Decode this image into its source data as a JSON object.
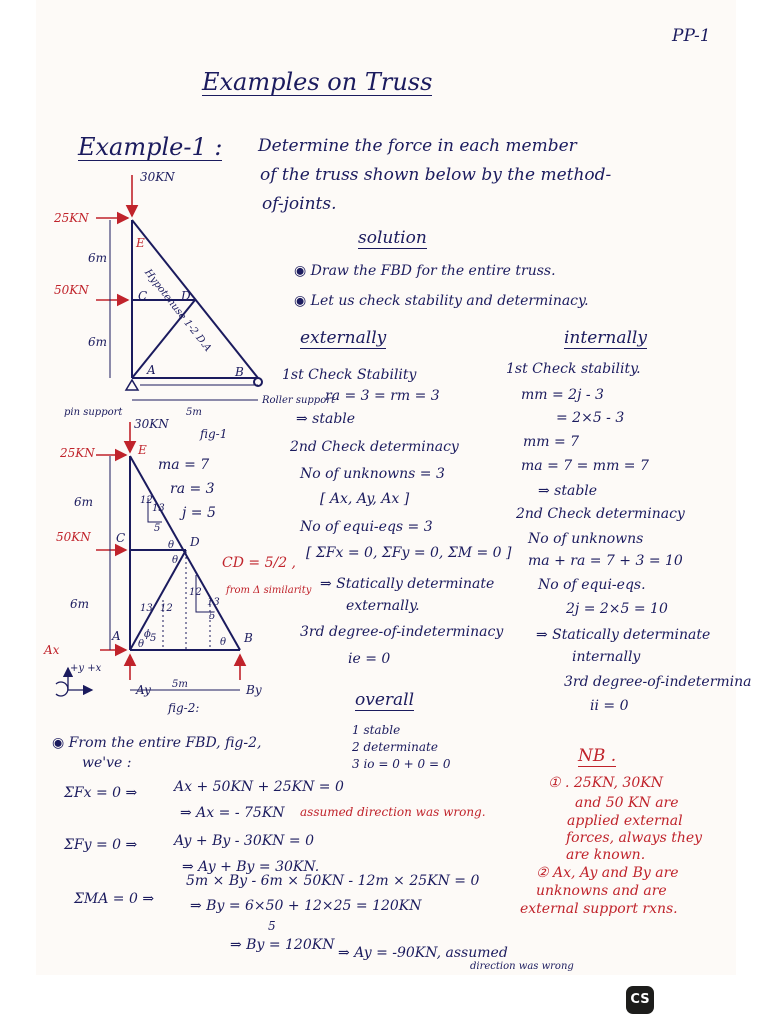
{
  "page_number": "PP-1",
  "heading": "Examples on Truss",
  "example": {
    "label": "Example-1 :",
    "problem_lines": [
      "Determine the force in each member",
      "of the truss shown below by the method-",
      "of-joints."
    ]
  },
  "figure1": {
    "load_top": "30KN",
    "load_e": "25KN",
    "load_c": "50KN",
    "dim_upper": "6m",
    "dim_lower": "6m",
    "dim_base": "5m",
    "node_e": "E",
    "node_c": "C",
    "node_d": "D",
    "node_a": "A",
    "node_b": "B",
    "inclined_note": "Hypotenuse 1-2 D.A",
    "pin_label": "pin support",
    "roller_label": "Roller support",
    "caption": "fig-1"
  },
  "figure2": {
    "load_top": "30KN",
    "load_e": "25KN",
    "load_c": "50KN",
    "dim_upper": "6m",
    "dim_lower": "6m",
    "dim_base": "5m",
    "node_e": "E",
    "node_c": "C",
    "node_d": "D",
    "node_a": "A",
    "node_b": "B",
    "reaction_ax": "Ax",
    "reaction_ay": "Ay",
    "reaction_by": "By",
    "counts": [
      "ma = 7",
      "ra = 3",
      "j = 5"
    ],
    "slope_labels": [
      "12",
      "13",
      "5",
      "12",
      "13",
      "5",
      "13",
      "12",
      "5",
      "θ",
      "θ",
      "θ",
      "θ",
      "ϕ"
    ],
    "cd_note": "CD = 5/2 ,",
    "similarity_note": "from Δ similarity",
    "axes": "+y  +x",
    "caption": "fig-2:"
  },
  "solution": {
    "title": "solution",
    "bullets": [
      "Draw the FBD for the entire truss.",
      "Let us check stability and determinacy."
    ]
  },
  "externally": {
    "title": "externally",
    "lines": [
      "1st Check Stability",
      "ra = 3 = rm = 3",
      "⇒ stable",
      "2nd Check determinacy",
      "No of unknowns = 3",
      "[ Ax, Ay, Ax ]",
      "No of equi-eqs = 3",
      "[ ΣFx = 0, ΣFy = 0, ΣM = 0 ]",
      "⇒ Statically determinate",
      "externally.",
      "3rd degree-of-indeterminacy",
      "ie = 0"
    ]
  },
  "internally": {
    "title": "internally",
    "lines": [
      "1st Check stability.",
      "mm = 2j - 3",
      "= 2×5 - 3",
      "mm = 7",
      "ma = 7 = mm = 7",
      "⇒ stable",
      "2nd Check determinacy",
      "No of unknowns",
      "ma + ra = 7 + 3 = 10",
      "No of equi-eqs.",
      "2j = 2×5 = 10",
      "⇒ Statically determinate",
      "internally",
      "3rd degree-of-indetermina",
      "ii = 0"
    ]
  },
  "overall": {
    "title": "overall",
    "items": [
      "1 stable",
      "2 determinate",
      "3 io = 0 + 0 = 0"
    ]
  },
  "equations": {
    "intro": [
      "From the entire FBD, fig-2,",
      "we've :"
    ],
    "fx_lhs": "ΣFx = 0 ⇒",
    "fx_1": "Ax + 50KN + 25KN = 0",
    "fx_2": "⇒ Ax = - 75KN",
    "fx_note": "assumed direction was wrong.",
    "fy_lhs": "ΣFy = 0 ⇒",
    "fy_1": "Ay + By - 30KN = 0",
    "fy_2": "⇒ Ay + By = 30KN.",
    "ma_lhs": "ΣMA = 0 ⇒",
    "ma_1": "5m × By - 6m × 50KN - 12m × 25KN = 0",
    "ma_2": "⇒ By = 6×50 + 12×25 = 120KN",
    "ma_den": "5",
    "ma_3": "⇒ By = 120KN",
    "ay_result": "⇒ Ay = -90KN, assumed",
    "ay_note": "direction was wrong"
  },
  "nb": {
    "title": "NB .",
    "points": [
      "① . 25KN, 30KN",
      "and 50 KN  are",
      "applied external",
      "forces, always they",
      "are known.",
      "② Ax, Ay and By are",
      "unknowns and  are",
      "external support rxns."
    ]
  },
  "watermark": "CS",
  "colors": {
    "ink": "#1b1b5e",
    "accent": "#c0232b",
    "paper": "#fdfaf7"
  }
}
